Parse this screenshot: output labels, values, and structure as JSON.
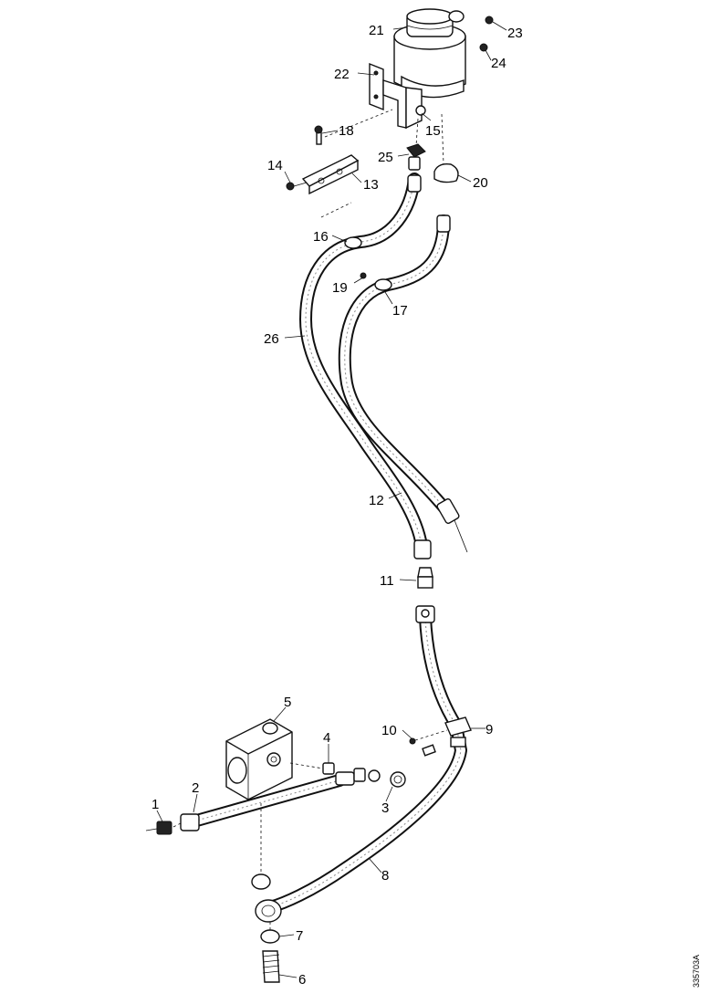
{
  "diagram": {
    "labels": [
      "1",
      "2",
      "3",
      "4",
      "5",
      "6",
      "7",
      "8",
      "9",
      "10",
      "11",
      "12",
      "13",
      "14",
      "15",
      "16",
      "17",
      "18",
      "19",
      "20",
      "21",
      "22",
      "23",
      "24",
      "25",
      "26"
    ],
    "drawing_code": "335703A"
  }
}
